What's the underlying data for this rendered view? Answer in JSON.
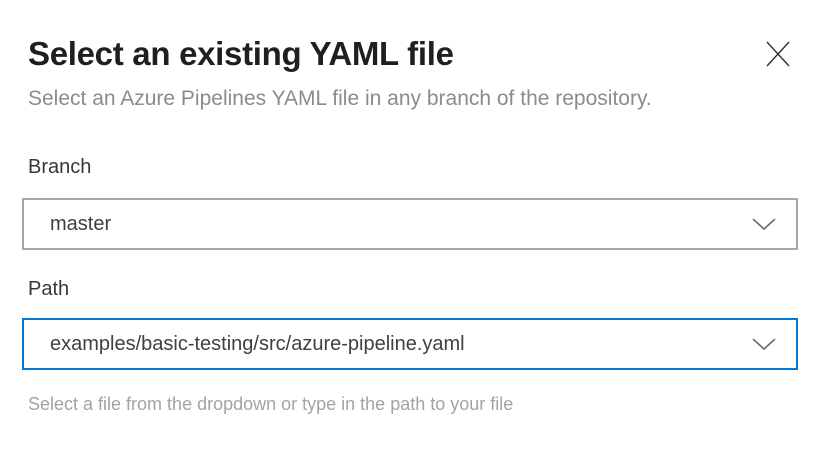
{
  "dialog": {
    "title": "Select an existing YAML file",
    "subtitle": "Select an Azure Pipelines YAML file in any branch of the repository."
  },
  "fields": {
    "branch": {
      "label": "Branch",
      "value": "master"
    },
    "path": {
      "label": "Path",
      "value": "examples/basic-testing/src/azure-pipeline.yaml",
      "helper": "Select a file from the dropdown or type in the path to your file"
    }
  },
  "icons": {
    "close": "close-icon",
    "dropdown": "chevron-down-icon"
  },
  "colors": {
    "accent_focus_border": "#0078d4",
    "dropdown_border": "#a6a6a6",
    "title_text": "#1f1f1f",
    "subtitle_text": "#8b8b8b",
    "value_text": "#404040",
    "helper_text": "#a3a3a3",
    "background": "#ffffff"
  }
}
